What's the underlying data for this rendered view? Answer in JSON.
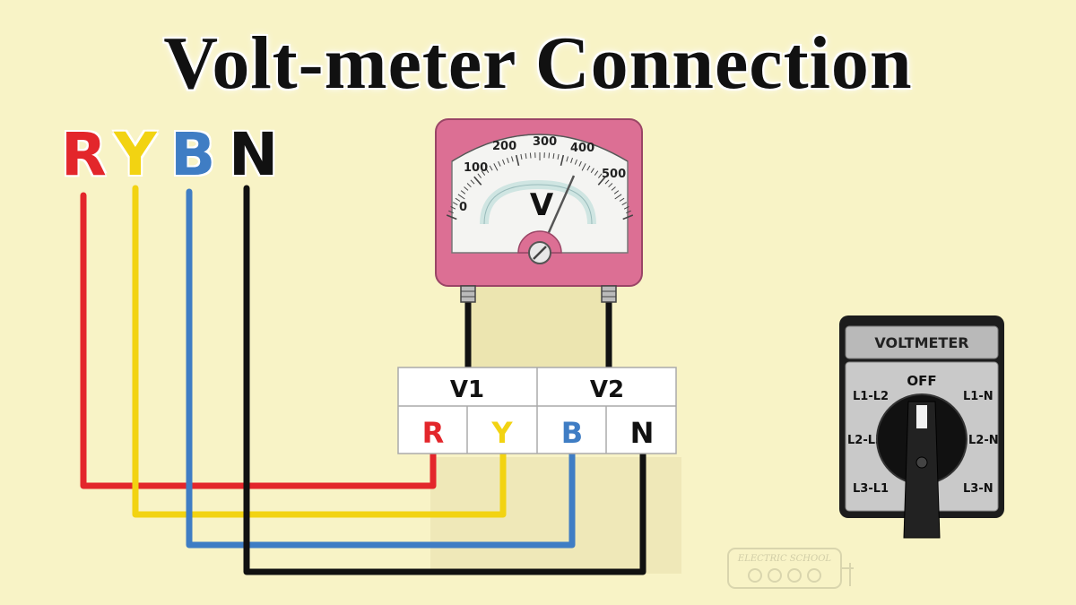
{
  "title": "Volt-meter Connection",
  "phases": [
    {
      "label": "R",
      "color": "#e3262b"
    },
    {
      "label": "Y",
      "color": "#f2d312"
    },
    {
      "label": "B",
      "color": "#3f7dc4"
    },
    {
      "label": "N",
      "color": "#111111"
    }
  ],
  "meter": {
    "unit": "V",
    "scale_labels": [
      "0",
      "100",
      "200",
      "300",
      "400",
      "500"
    ],
    "body_color": "#dc6f94"
  },
  "terminal_block": {
    "groups": [
      "V1",
      "V2"
    ],
    "terminals": [
      {
        "label": "R",
        "color": "#e3262b"
      },
      {
        "label": "Y",
        "color": "#f2d312"
      },
      {
        "label": "B",
        "color": "#3f7dc4"
      },
      {
        "label": "N",
        "color": "#111111"
      }
    ]
  },
  "selector_switch": {
    "title": "VOLTMETER",
    "positions": {
      "off": "OFF",
      "left": [
        "L1-L2",
        "L2-L3",
        "L3-L1"
      ],
      "right": [
        "L1-N",
        "L2-N",
        "L3-N"
      ]
    }
  },
  "watermark": {
    "text": "ELECTRIC SCHOOL"
  }
}
